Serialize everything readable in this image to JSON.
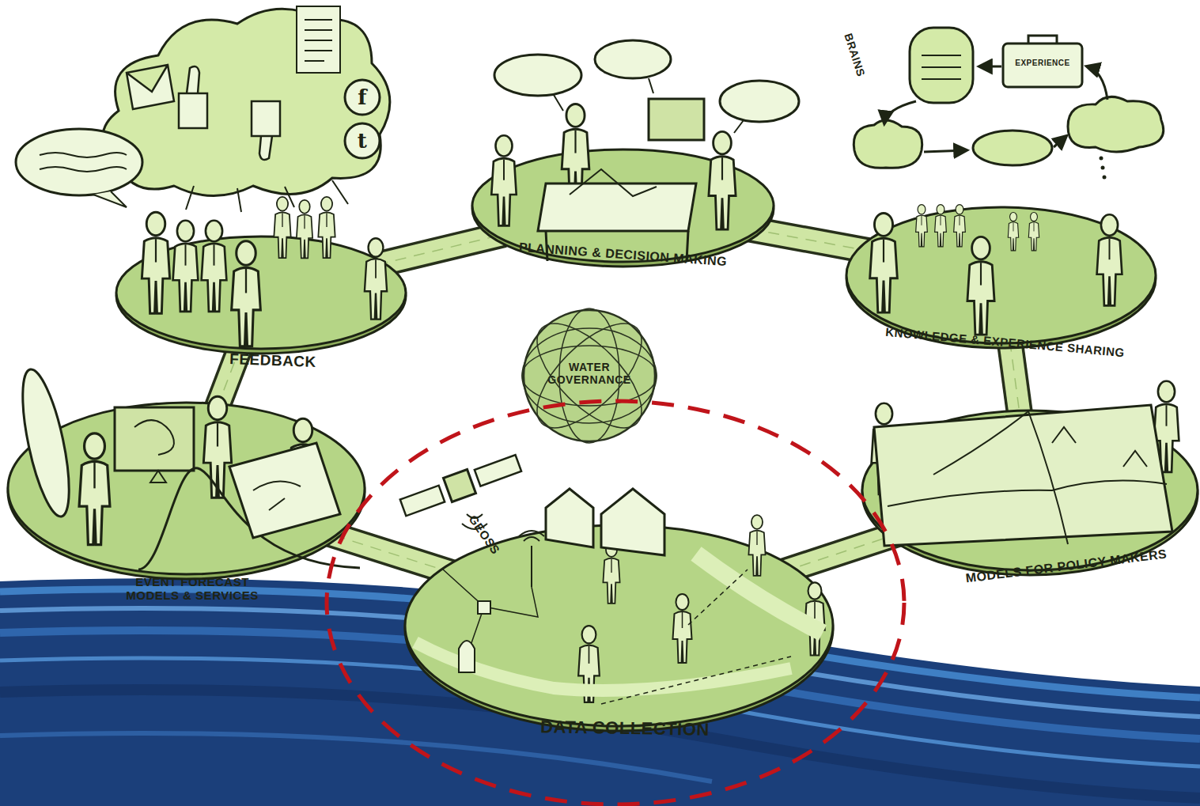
{
  "diagram": {
    "nodes": [
      {
        "text": [
          "FEEDBACK"
        ]
      },
      {
        "text": [
          "PLANNING & DECISION MAKING"
        ]
      },
      {
        "text": [
          "KNOWLEDGE & EXPERIENCE SHARING"
        ]
      },
      {
        "text": [
          "WATER GOVERNANCE"
        ]
      },
      {
        "text": [
          "EVENT FORECAST MODELS & SERVICES"
        ]
      },
      {
        "text": [
          "MODELS FOR POLICY MAKERS"
        ]
      },
      {
        "text": [
          "DATA COLLECTION"
        ]
      }
    ],
    "edges": [
      {
        "from": 0,
        "to": 1,
        "arrow": "none"
      },
      {
        "from": 1,
        "to": 2,
        "arrow": "none"
      },
      {
        "from": 2,
        "to": 5,
        "arrow": "none"
      },
      {
        "from": 5,
        "to": 6,
        "arrow": "none"
      },
      {
        "from": 6,
        "to": 4,
        "arrow": "none"
      },
      {
        "from": 4,
        "to": 0,
        "arrow": "none"
      }
    ],
    "labels": [
      "BRAINS",
      "EXPERIENCE",
      "f",
      "t",
      "GEOSS"
    ]
  }
}
